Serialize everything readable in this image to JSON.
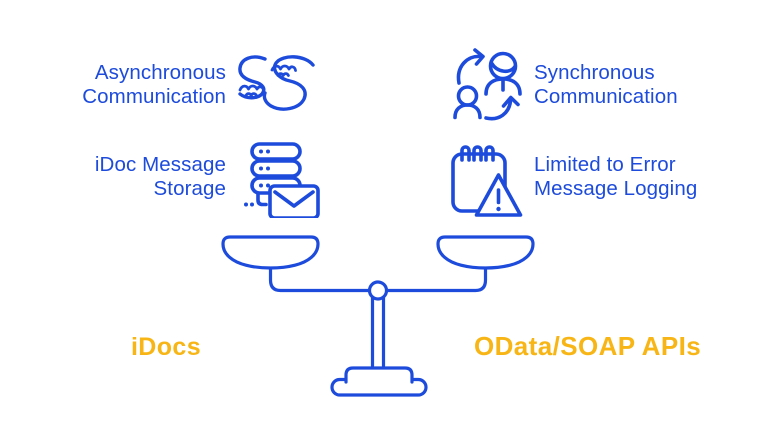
{
  "colors": {
    "blue": "#1D4BDB",
    "yellow": "#F8B616",
    "background": "#FFFFFF"
  },
  "comparison": {
    "left": {
      "features": [
        {
          "line1": "Asynchronous",
          "line2": "Communication",
          "icon": "river-icon"
        },
        {
          "line1": "iDoc Message",
          "line2": "Storage",
          "icon": "server-envelope-icon"
        }
      ],
      "label": "iDocs"
    },
    "right": {
      "features": [
        {
          "line1": "Synchronous",
          "line2": "Communication",
          "icon": "user-sync-icon"
        },
        {
          "line1": "Limited to Error",
          "line2": "Message Logging",
          "icon": "notepad-warning-icon"
        }
      ],
      "label": "OData/SOAP APIs"
    },
    "center_icon": "balance-scale-icon"
  }
}
